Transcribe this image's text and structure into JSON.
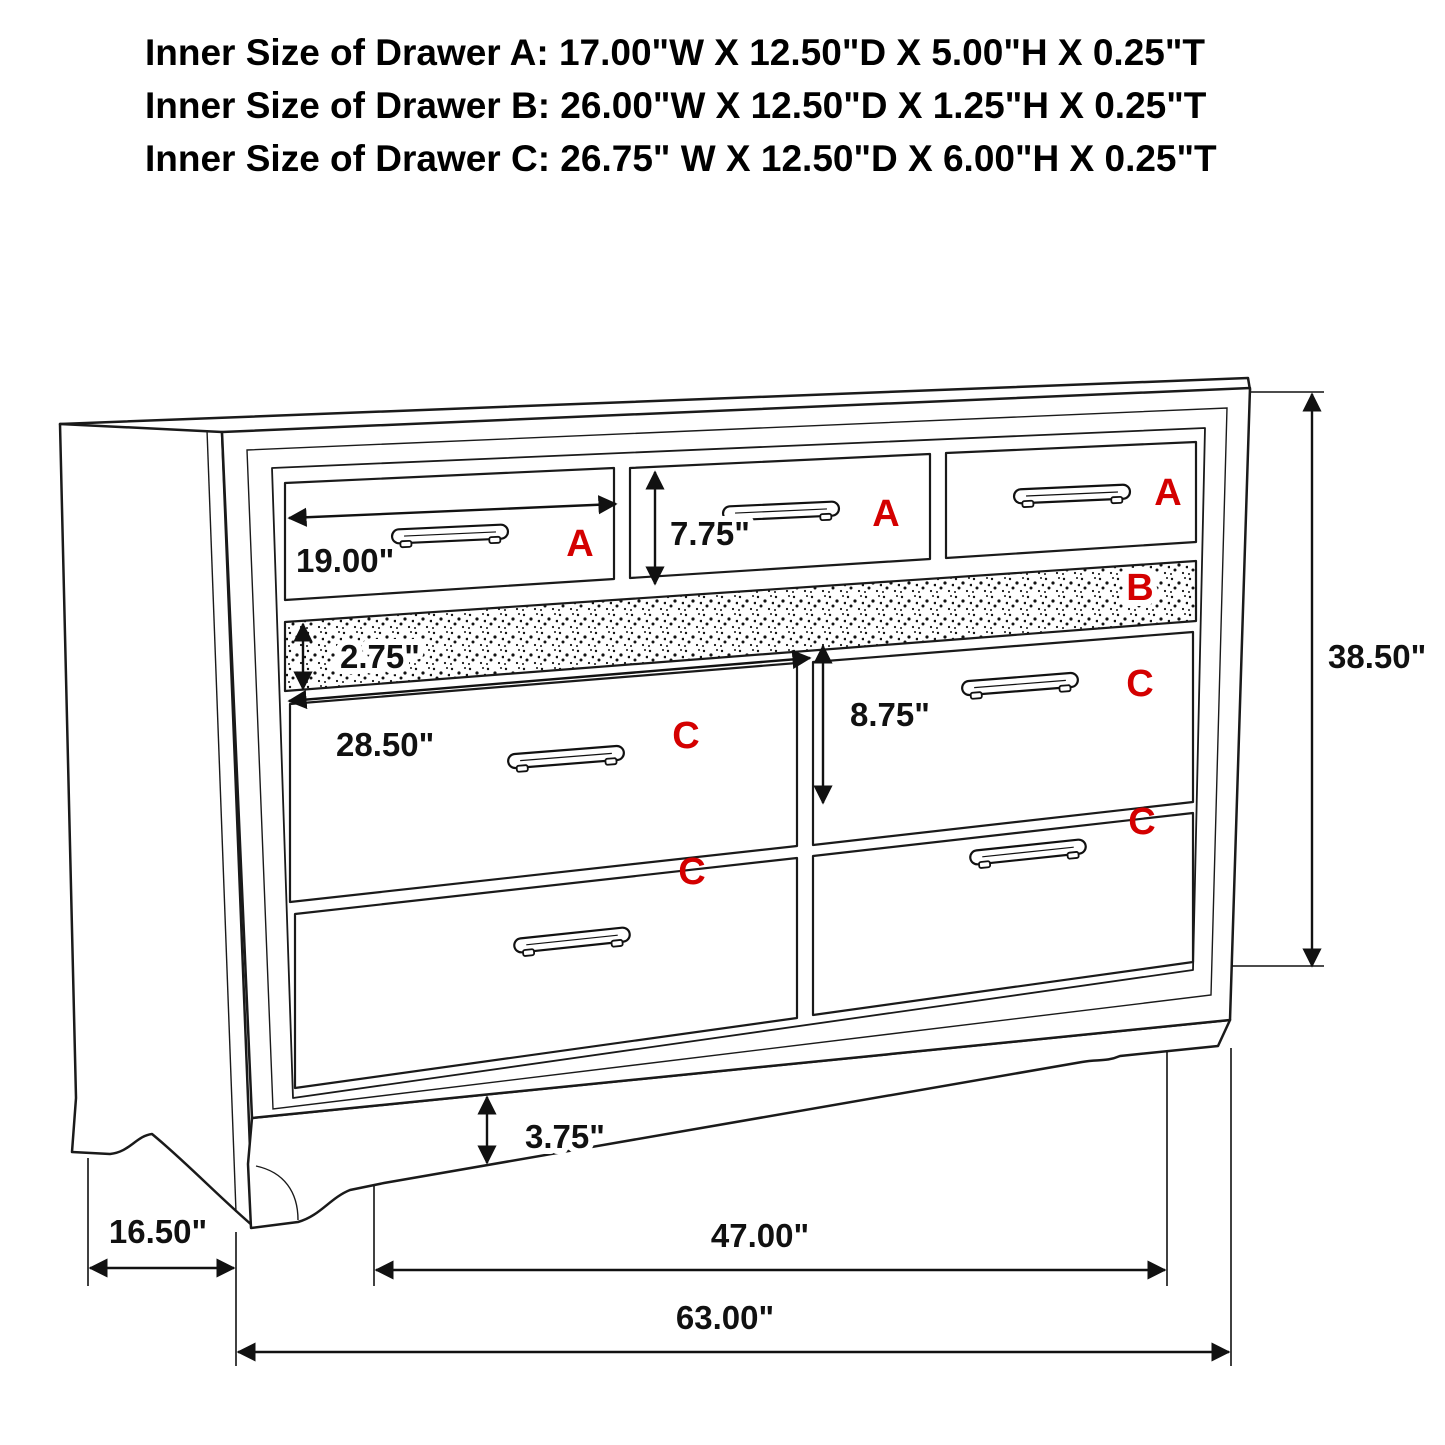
{
  "header": {
    "line1": "Inner Size of Drawer A: 17.00\"W X 12.50\"D X 5.00\"H X 0.25\"T",
    "line2": "Inner Size of Drawer B: 26.00\"W X 12.50\"D X 1.25\"H X 0.25\"T",
    "line3": "Inner Size of Drawer C: 26.75\" W X 12.50\"D X 6.00\"H X 0.25\"T"
  },
  "diagram": {
    "drawer_labels": {
      "a1": "A",
      "a2": "A",
      "a3": "A",
      "b": "B",
      "c_mid_left": "C",
      "c_mid_right": "C",
      "c_bottom_left": "C",
      "c_bottom_right": "C"
    },
    "dimensions": {
      "top_drawer_width": "19.00\"",
      "top_drawer_height": "7.75\"",
      "tray_height": "2.75\"",
      "lower_drawer_width": "28.50\"",
      "lower_drawer_height": "8.75\"",
      "overall_height": "38.50\"",
      "base_height": "3.75\"",
      "depth": "16.50\"",
      "foot_span": "47.00\"",
      "overall_width": "63.00\""
    }
  },
  "colors": {
    "line": "#1a1a1a",
    "label_red": "#d40000",
    "background": "#ffffff"
  }
}
